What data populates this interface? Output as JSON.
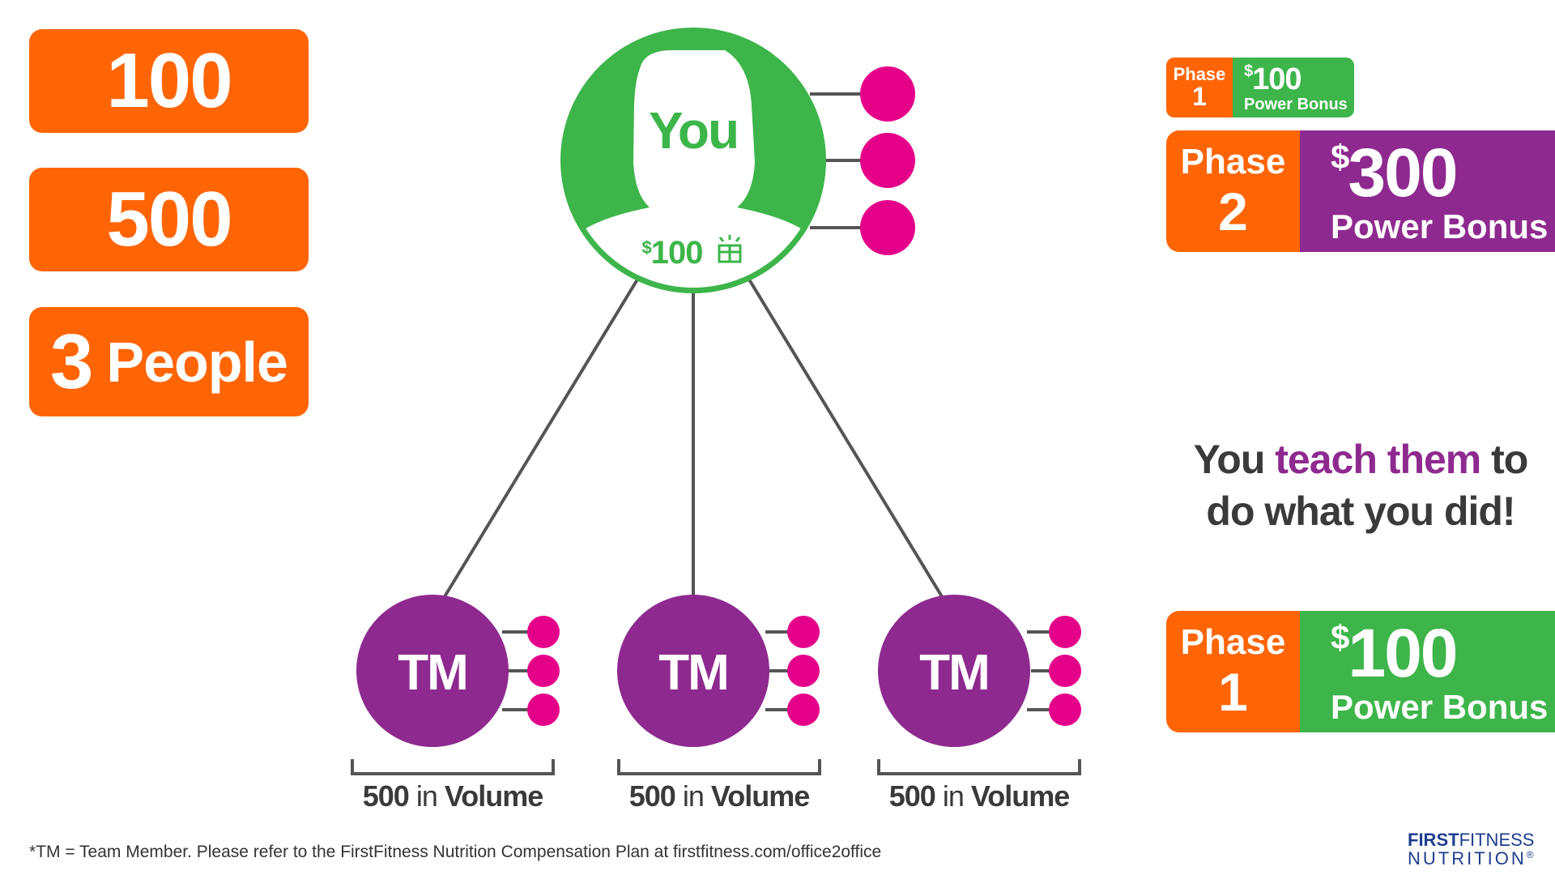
{
  "stats": {
    "first": "100",
    "second": "500",
    "third_number": "3",
    "third_word": "People"
  },
  "you_node": {
    "label": "You",
    "bonus_currency": "$",
    "bonus_amount": "100",
    "color": "#3db54a"
  },
  "team_nodes": [
    {
      "label": "TM",
      "volume_number": "500",
      "volume_word_in": "in",
      "volume_word": "Volume"
    },
    {
      "label": "TM",
      "volume_number": "500",
      "volume_word_in": "in",
      "volume_word": "Volume"
    },
    {
      "label": "TM",
      "volume_number": "500",
      "volume_word_in": "in",
      "volume_word": "Volume"
    }
  ],
  "phase_small": {
    "word": "Phase",
    "number": "1",
    "currency": "$",
    "amount": "100",
    "label": "Power Bonus"
  },
  "phase_2": {
    "word": "Phase",
    "number": "2",
    "currency": "$",
    "amount": "300",
    "label": "Power Bonus"
  },
  "phase_1": {
    "word": "Phase",
    "number": "1",
    "currency": "$",
    "amount": "100",
    "label": "Power Bonus"
  },
  "tagline": {
    "part1": "You ",
    "highlight": "teach them",
    "part2": " to",
    "line2": "do what you did!"
  },
  "footnote": "*TM = Team Member. Please refer to the FirstFitness Nutrition Compensation Plan at firstfitness.com/office2office",
  "brand": {
    "bold": "FIRST",
    "regular": "FITNESS",
    "line2": "NUTRITION",
    "mark": "®"
  },
  "colors": {
    "orange": "#ff6505",
    "green": "#3db54a",
    "purple": "#8e2a8f",
    "magenta": "#e5008a",
    "line": "#555555",
    "text": "#3a3a3a"
  }
}
